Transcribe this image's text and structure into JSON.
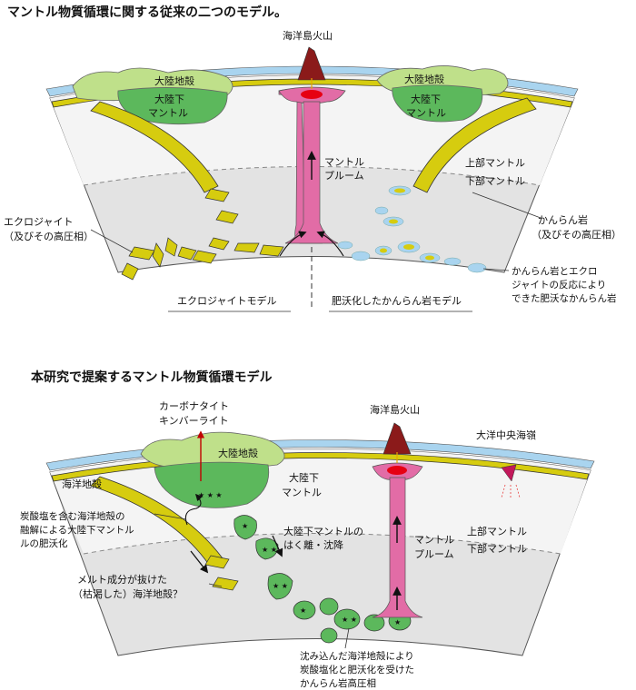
{
  "headings": {
    "top": "マントル物質循環に関する従来の二つのモデル。",
    "bottom": "本研究で提案するマントル物質循環モデル"
  },
  "top_panel": {
    "volcano": "海洋島火山",
    "continent_crust_left": "大陸地殻",
    "continent_mantle_left": [
      "大陸下",
      "マントル"
    ],
    "continent_crust_right": "大陸地殻",
    "continent_mantle_right": [
      "大陸下",
      "マントル"
    ],
    "plume": [
      "マントル",
      "プルーム"
    ],
    "upper_mantle": "上部マントル",
    "lower_mantle": "下部マントル",
    "eclogite": [
      "エクロジャイト",
      "（及びその高圧相）"
    ],
    "peridotite": [
      "かんらん岩",
      "（及びその高圧相）"
    ],
    "reaction": [
      "かんらん岩とエクロ",
      "ジャイトの反応により",
      "できた肥沃なかんらん岩"
    ],
    "model_left": "エクロジャイトモデル",
    "model_right": "肥沃化したかんらん岩モデル"
  },
  "bottom_panel": {
    "kimberlite": [
      "カーボナタイト",
      "キンバーライト"
    ],
    "volcano": "海洋島火山",
    "ridge": "大洋中央海嶺",
    "continent_crust": "大陸地殻",
    "oceanic_crust": "海洋地殻",
    "continent_mantle": [
      "大陸下",
      "マントル"
    ],
    "carbonate": [
      "炭酸塩を含む海洋地殻の",
      "融解による大陸下マントル",
      "ルの肥沃化"
    ],
    "delamination": [
      "大陸下マントルの",
      "はく離・沈降"
    ],
    "plume": [
      "マントル",
      "プルーム"
    ],
    "upper_mantle": "上部マントル",
    "lower_mantle": "下部マントル",
    "dried_crust": [
      "メルト成分が抜けた",
      "（枯渇した）海洋地殻？"
    ],
    "sunk": [
      "沈み込んだ海洋地殻により",
      "炭酸塩化と肥沃化を受けた",
      "かんらん岩高圧相"
    ]
  },
  "colors": {
    "slab": "#d6cc0f",
    "continent_crust": "#bfe08a",
    "continent_mantle": "#5cb85c",
    "plume": "#e26ca6",
    "magma": "#e60012",
    "volcano": "#8b1a1a",
    "mantle_gray": "#e3e3e3",
    "ocean": "#a9d4ef"
  }
}
